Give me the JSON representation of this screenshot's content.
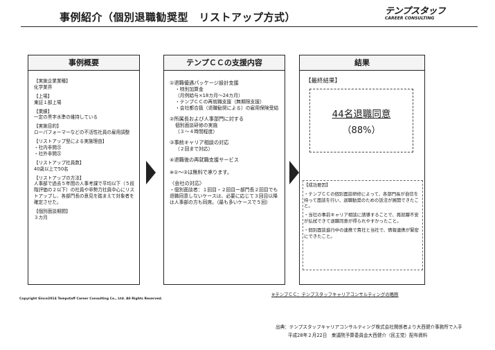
{
  "title": "事例紹介（個別退職勧奨型　リストアップ方式）",
  "logo": {
    "name": "テンプスタッフ",
    "sub": "CAREER CONSULTING"
  },
  "columns": {
    "overview": {
      "header": "事例概要",
      "sections": [
        {
          "label": "【実施企業業種】",
          "value": "化学業界"
        },
        {
          "label": "【上場】",
          "value": "東証１部上場"
        },
        {
          "label": "【業績】",
          "value": "一定の黒字水準の維持している"
        },
        {
          "label": "【実施目的】",
          "value": "ローパフォーマーなどの不活性社員の雇用調整"
        },
        {
          "label": "【リストアップ型による実施理由】",
          "value": "・社内非開示\n・社外非開示"
        },
        {
          "label": "【リストアップ社員数】",
          "value": "40歳以上で50名"
        },
        {
          "label": "【リストアップの方法】",
          "value": "人事部で過去５年間の人事考課で平均以下（５段階評価の２以下）の社員や非勢力社員中心にリストアップし、各部門長の意見を踏まえて対象者を確定させた。"
        },
        {
          "label": "【個別面談期間】",
          "value": "３カ月"
        }
      ]
    },
    "support": {
      "header": "テンプＣＣの支援内容",
      "items": [
        {
          "head": "①退職優遇パッケージ設計支援",
          "lines": [
            "・特別加算金",
            "（月例給与×18カ月～24カ月）",
            "・テンプＣＣの再就職支援（無期限支援）",
            "・会社都合扱（退職勧奨による）の雇用保険受給"
          ]
        },
        {
          "head": "②所属長および人事部門に対する",
          "lines": [
            "個別面談研修の実施",
            "（３～４時間程度）"
          ]
        },
        {
          "head": "③事前キャリア相談の対応",
          "lines": [
            "（２回まで対応）"
          ]
        },
        {
          "head": "④退職後の再就職支援サービス",
          "lines": []
        }
      ],
      "note": "※①～③は無料で承ります。",
      "company_head": "〈会社の対応〉",
      "company_text": "・個別面談者：１回目・２回目ー部門長２回目でも退職同意しないケースは、必要に応じて３回目以降は人事部の方も同席。（最も多いケースで５回）"
    },
    "result": {
      "header": "結果",
      "final_label": "【最終結果】",
      "main": "44名退職同意",
      "pct": "（88%）",
      "factors_head": "【成功要因】",
      "factors": [
        "・テンプＣＣの個別面談研修によって、各部門長が自信を持って面談を行い、退職勧奨のための話法が展開できたこと。",
        "・当社の事前キャリア相談に誘導することで、再就職不安が払拭できて退職同意が得られやすかったこと。",
        "・個別面談進行中の連携で責社と当社で、情報連携が緊密にできたこと。"
      ]
    }
  },
  "footnote": "※テンプＣＣ：テンプスタッフキャリアコンサルティングの略称",
  "copyright": "Copyright Since2014 Tempstaff Career Consulting Co., Ltd. All Rights Reserved.",
  "source_line1": "出典：テンプスタッフキャリアコンサルティング株式会社関係者より大西健介事務所で入手",
  "source_line2": "平成28年２月22日　衆議院予算委員会大西健介（民主党）配布資料"
}
